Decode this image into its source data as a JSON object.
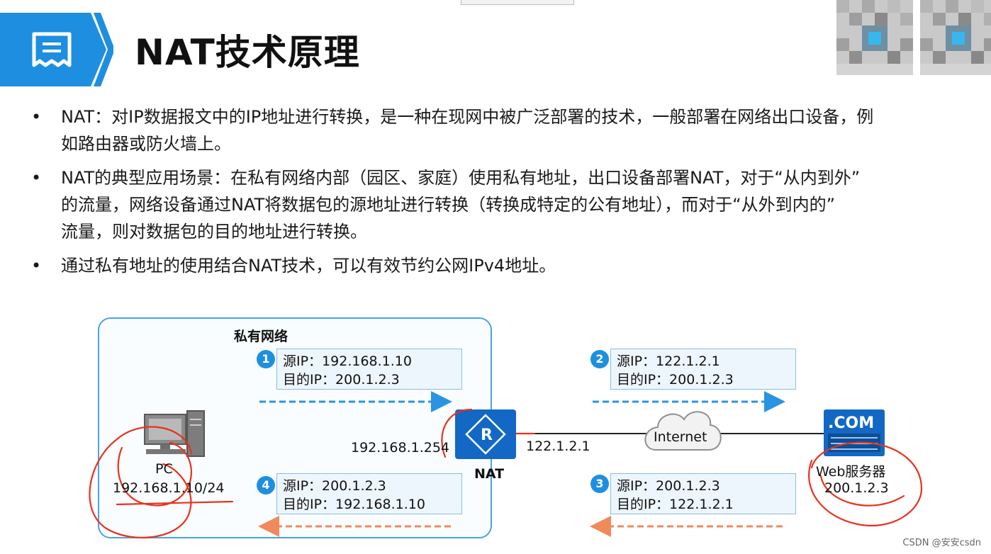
{
  "header": {
    "title": "NAT技术原理",
    "icon": "document-icon",
    "accent_color": "#1e8fe0"
  },
  "bullets": [
    "NAT：对IP数据报文中的IP地址进行转换，是一种在现网中被广泛部署的技术，一般部署在网络出口设备，例\n如路由器或防火墙上。",
    "NAT的典型应用场景：在私有网络内部（园区、家庭）使用私有地址，出口设备部署NAT，对于“从内到外”\n的流量，网络设备通过NAT将数据包的源地址进行转换（转换成特定的公有地址），而对于“从外到内的”\n流量，则对数据包的目的地址进行转换。",
    "通过私有地址的使用结合NAT技术，可以有效节约公网IPv4地址。"
  ],
  "diagram": {
    "private_network_label": "私有网络",
    "pc": {
      "label": "PC",
      "ip": "192.168.1.10/24"
    },
    "router": {
      "label": "NAT",
      "inside_ip": "192.168.1.254",
      "outside_ip": "122.1.2.1",
      "glyph": "R"
    },
    "cloud_label": "Internet",
    "server": {
      "logo": ".COM",
      "label": "Web服务器",
      "ip": "200.1.2.3"
    },
    "steps": [
      {
        "num": "1",
        "src": "源IP：192.168.1.10",
        "dst": "目的IP：200.1.2.3"
      },
      {
        "num": "2",
        "src": "源IP：122.1.2.1",
        "dst": "目的IP：200.1.2.3"
      },
      {
        "num": "3",
        "src": "源IP：200.1.2.3",
        "dst": "目的IP：122.1.2.1"
      },
      {
        "num": "4",
        "src": "源IP：200.1.2.3",
        "dst": "目的IP：192.168.1.10"
      }
    ],
    "outbound_arrow_color": "#2a93e2",
    "inbound_arrow_color": "#f08a5d",
    "annotation_color": "#e8321e"
  },
  "watermark": "CSDN @安安csdn"
}
